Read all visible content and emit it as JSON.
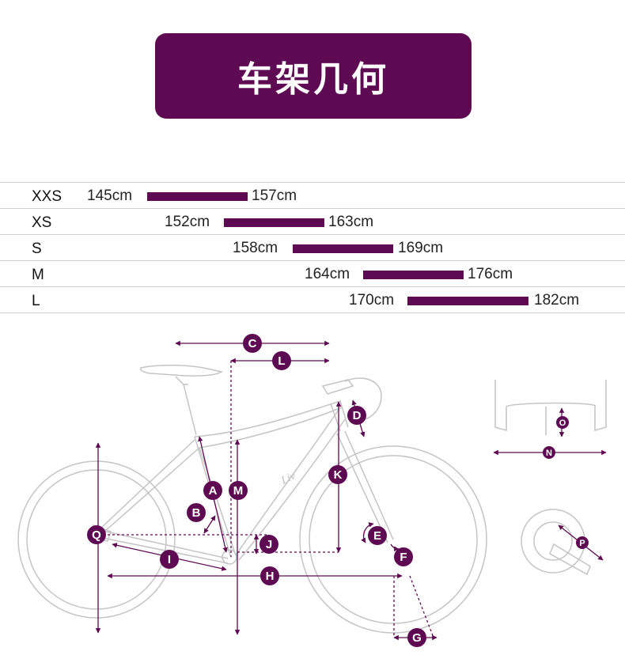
{
  "header": {
    "title": "车架几何"
  },
  "sizes": [
    {
      "name": "XXS",
      "min": "145cm",
      "max": "157cm"
    },
    {
      "name": "XS",
      "min": "152cm",
      "max": "163cm"
    },
    {
      "name": "S",
      "min": "158cm",
      "max": "169cm"
    },
    {
      "name": "M",
      "min": "164cm",
      "max": "176cm"
    },
    {
      "name": "L",
      "min": "170cm",
      "max": "182cm"
    }
  ],
  "diagram": {
    "markers": [
      "C",
      "L",
      "D",
      "K",
      "A",
      "M",
      "B",
      "Q",
      "J",
      "E",
      "F",
      "I",
      "H",
      "G",
      "O",
      "N",
      "P"
    ],
    "frame_logo": "Liv"
  },
  "colors": {
    "accent": "#5e0a52",
    "outline": "#c4c4c4"
  }
}
